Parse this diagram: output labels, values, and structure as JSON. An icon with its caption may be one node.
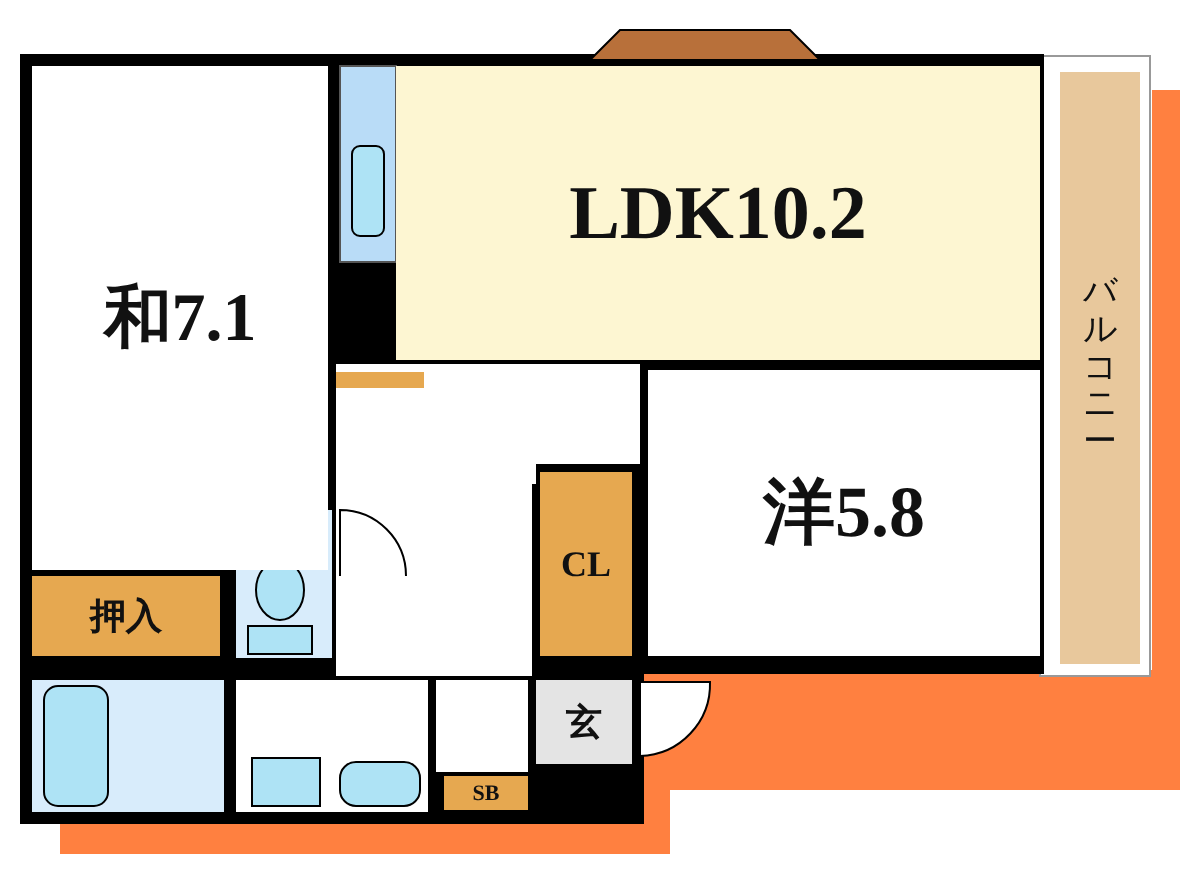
{
  "diagram": {
    "nodes": [
      {
        "text": [
          "和7.1"
        ]
      },
      {
        "text": [
          "LDK10.2"
        ]
      },
      {
        "text": [
          "バルコニー"
        ]
      },
      {
        "text": [
          "洋5.8"
        ]
      },
      {
        "text": [
          "CL"
        ]
      },
      {
        "text": [
          "押入"
        ]
      },
      {
        "text": [
          "玄"
        ]
      },
      {
        "text": [
          "SB"
        ]
      }
    ]
  }
}
